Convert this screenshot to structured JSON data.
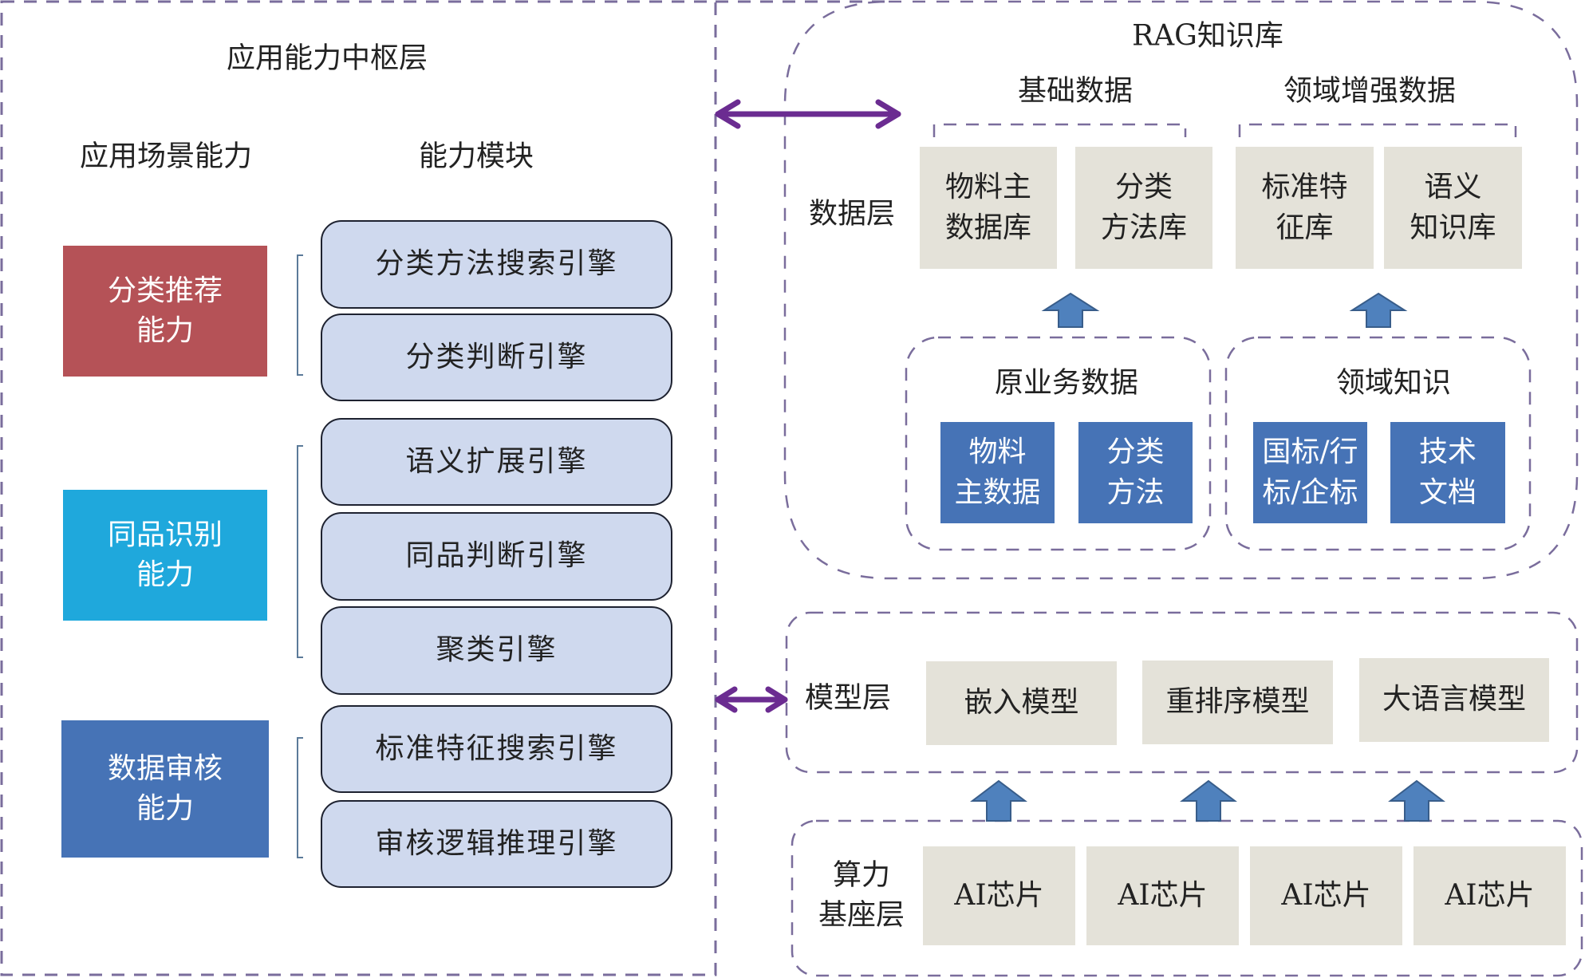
{
  "colors": {
    "dash": "#7a6d9c",
    "bidir_arrow": "#6b2c91",
    "up_arrow_fill": "#4f81bd",
    "up_arrow_stroke": "#385d8a",
    "scenario_red": "#b55257",
    "scenario_cyan": "#1fa8dc",
    "scenario_blue": "#4673b6",
    "engine_fill": "#cfd9ee",
    "grey_box": "#e4e2d9",
    "blue_box": "#4673b6"
  },
  "left_panel": {
    "title": "应用能力中枢层",
    "col_scenario": "应用场景能力",
    "col_modules": "能力模块",
    "scenarios": [
      {
        "label": "分类推荐\n能力",
        "color_key": "scenario_red"
      },
      {
        "label": "同品识别\n能力",
        "color_key": "scenario_cyan"
      },
      {
        "label": "数据审核\n能力",
        "color_key": "scenario_blue"
      }
    ],
    "engines": [
      "分类方法搜索引擎",
      "分类判断引擎",
      "语义扩展引擎",
      "同品判断引擎",
      "聚类引擎",
      "标准特征搜索引擎",
      "审核逻辑推理引擎"
    ]
  },
  "rag": {
    "title": "RAG知识库",
    "data_layer_label": "数据层",
    "basic_data": {
      "title": "基础数据",
      "items": [
        "物料主\n数据库",
        "分类\n方法库"
      ]
    },
    "enhanced_data": {
      "title": "领域增强数据",
      "items": [
        "标准特\n征库",
        "语义\n知识库"
      ]
    },
    "source_business": {
      "title": "原业务数据",
      "items": [
        "物料\n主数据",
        "分类\n方法"
      ]
    },
    "source_domain": {
      "title": "领域知识",
      "items": [
        "国标/行\n标/企标",
        "技术\n文档"
      ]
    }
  },
  "model_layer": {
    "label": "模型层",
    "models": [
      "嵌入模型",
      "重排序模型",
      "大语言模型"
    ]
  },
  "compute_layer": {
    "label": "算力\n基座层",
    "chips": [
      "AI芯片",
      "AI芯片",
      "AI芯片",
      "AI芯片"
    ]
  }
}
